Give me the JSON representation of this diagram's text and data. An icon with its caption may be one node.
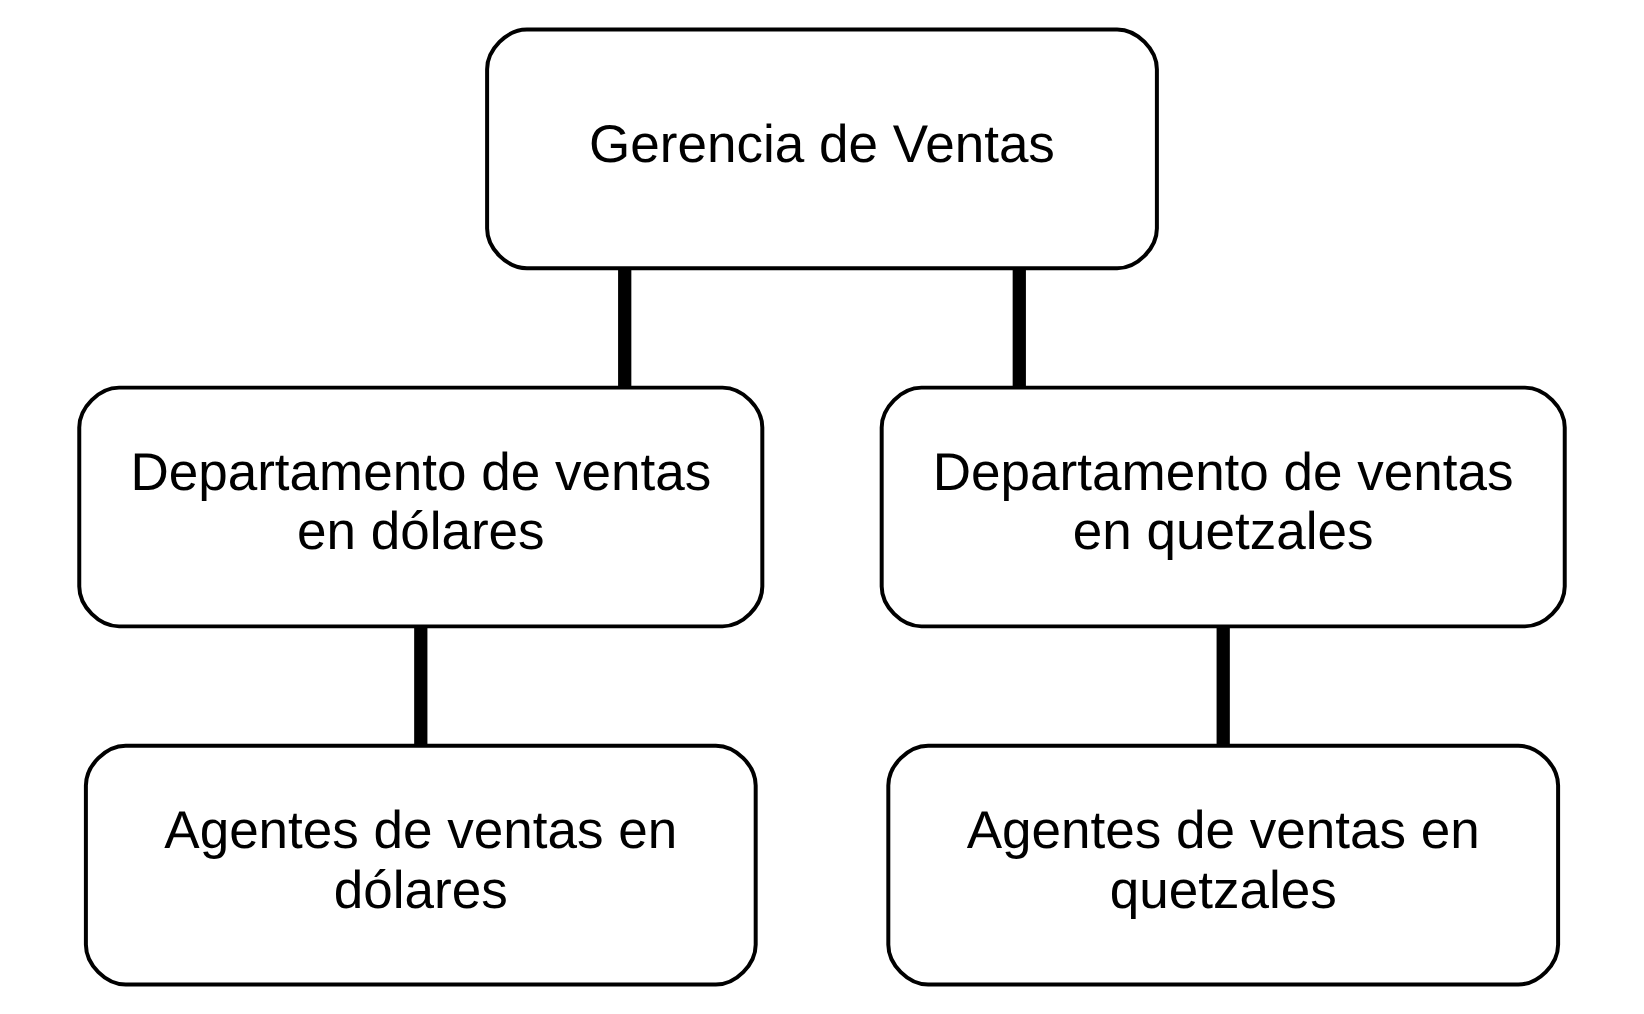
{
  "diagram": {
    "nodes": [
      {
        "text": [
          "Gerencia de Ventas"
        ]
      },
      {
        "text": [
          "Departamento de ventas en dólares"
        ]
      },
      {
        "text": [
          "Departamento de ventas en quetzales"
        ]
      },
      {
        "text": [
          "Agentes de ventas en dólares"
        ]
      },
      {
        "text": [
          "Agentes de ventas en quetzales"
        ]
      }
    ],
    "edges": [
      {
        "from": 0,
        "to": 1,
        "arrow": "none"
      },
      {
        "from": 0,
        "to": 2,
        "arrow": "none"
      },
      {
        "from": 1,
        "to": 3,
        "arrow": "none"
      },
      {
        "from": 2,
        "to": 4,
        "arrow": "none"
      }
    ]
  }
}
